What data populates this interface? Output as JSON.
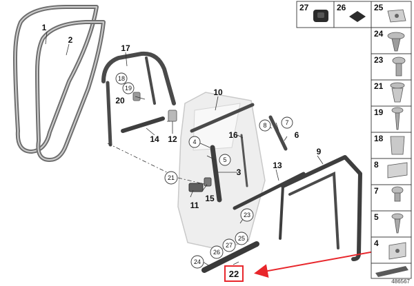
{
  "diagram": {
    "reference_number": "486567",
    "highlighted_part": "22",
    "highlight_color": "#e8262b",
    "seal_color": "#6e6e6e",
    "index_icons": {
      "27": "square-cap-icon",
      "26": "flat-pad-icon",
      "25": "nut-clip-icon",
      "24": "push-rivet-icon",
      "23": "round-screw-icon",
      "21": "expanding-rivet-icon",
      "19": "long-screw-icon",
      "18": "clip-icon",
      "8": "bracket-clip-icon",
      "7": "short-screw-icon",
      "5": "tapping-screw-icon",
      "4": "spring-nut-icon"
    },
    "labels": {
      "l1": "1",
      "l2": "2",
      "l17": "17",
      "l10": "10",
      "l14": "14",
      "l12": "12",
      "l16": "16",
      "l6": "6",
      "l3": "3",
      "l9": "9",
      "l13": "13",
      "l15": "15",
      "l11": "11",
      "l20": "20",
      "l22": "22"
    },
    "circled": {
      "c18": "18",
      "c19": "19",
      "c4": "4",
      "c5": "5",
      "c7": "7",
      "c8": "8",
      "c21": "21",
      "c23": "23",
      "c25": "25",
      "c26": "26",
      "c27": "27",
      "c24": "24"
    },
    "index": {
      "top": [
        "27",
        "26",
        "25"
      ],
      "side": [
        "24",
        "23",
        "21",
        "19",
        "18",
        "8",
        "7",
        "5",
        "4"
      ]
    }
  }
}
